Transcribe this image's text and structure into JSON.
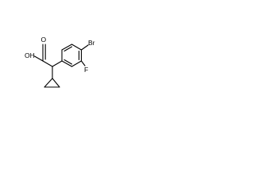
{
  "structure": {
    "atom_labels": {
      "hydroxyl": "OH",
      "carbonyl_oxygen": "O",
      "bromine": "Br",
      "fluorine": "F"
    }
  },
  "colors": {
    "bond": "#000000",
    "label": "#000000",
    "background": "#ffffff"
  }
}
